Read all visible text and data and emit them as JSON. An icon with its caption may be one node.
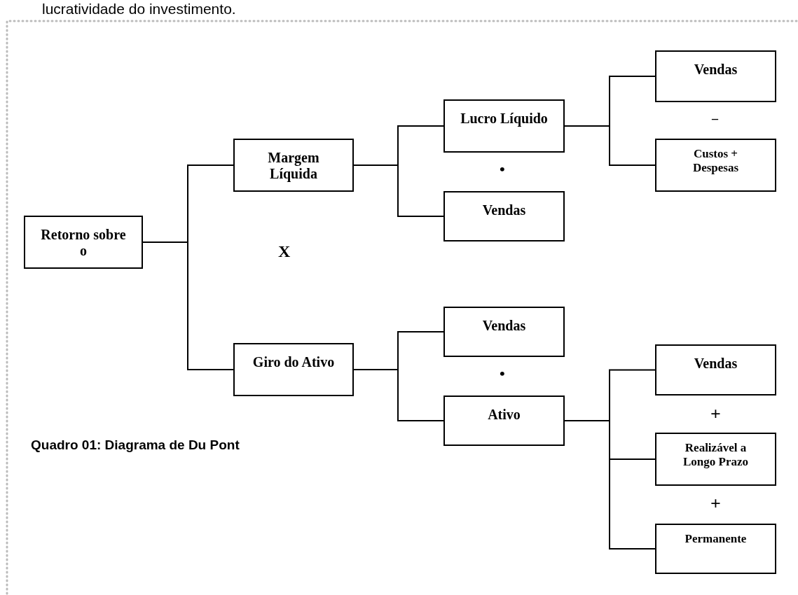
{
  "diagram": {
    "caption": "Quadro 01: Diagrama de Du Pont",
    "nodes": [
      {
        "text": [
          "Retorno sobre o"
        ]
      },
      {
        "text": [
          "Margem Líquida"
        ]
      },
      {
        "text": [
          "Giro do Ativo"
        ]
      },
      {
        "text": [
          "Lucro Líquido"
        ]
      },
      {
        "text": [
          "Vendas"
        ]
      },
      {
        "text": [
          "Vendas"
        ]
      },
      {
        "text": [
          "Ativo"
        ]
      },
      {
        "text": [
          "Vendas"
        ]
      },
      {
        "text": [
          "Custos + Despesas"
        ]
      },
      {
        "text": [
          "Vendas"
        ]
      },
      {
        "text": [
          "Realizável a Longo Prazo"
        ]
      },
      {
        "text": [
          "Permanente"
        ]
      }
    ],
    "edges": [
      {
        "from": 0,
        "to": 1,
        "arrow": "none"
      },
      {
        "from": 0,
        "to": 2,
        "arrow": "none"
      },
      {
        "from": 1,
        "to": 3,
        "arrow": "none"
      },
      {
        "from": 1,
        "to": 4,
        "arrow": "none"
      },
      {
        "from": 3,
        "to": 7,
        "arrow": "none"
      },
      {
        "from": 3,
        "to": 8,
        "arrow": "none"
      },
      {
        "from": 2,
        "to": 5,
        "arrow": "none"
      },
      {
        "from": 2,
        "to": 6,
        "arrow": "none"
      },
      {
        "from": 6,
        "to": 9,
        "arrow": "none"
      },
      {
        "from": 6,
        "to": 10,
        "arrow": "none"
      },
      {
        "from": 6,
        "to": 11,
        "arrow": "none"
      }
    ],
    "labels": [
      "lucratividade do investimento.",
      "–",
      "•",
      "X",
      "•",
      "+",
      "+"
    ]
  }
}
